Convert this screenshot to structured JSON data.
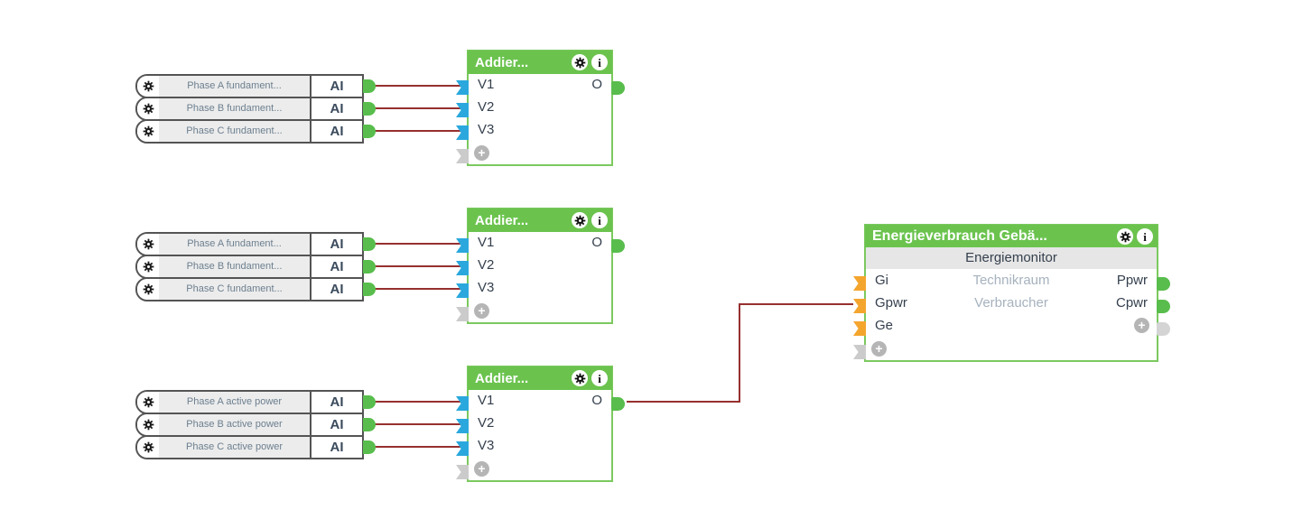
{
  "groups": [
    {
      "rows": [
        {
          "label": "Phase A fundament...",
          "port": "AI"
        },
        {
          "label": "Phase B fundament...",
          "port": "AI"
        },
        {
          "label": "Phase C fundament...",
          "port": "AI"
        }
      ]
    },
    {
      "rows": [
        {
          "label": "Phase A fundament...",
          "port": "AI"
        },
        {
          "label": "Phase B fundament...",
          "port": "AI"
        },
        {
          "label": "Phase C fundament...",
          "port": "AI"
        }
      ]
    },
    {
      "rows": [
        {
          "label": "Phase A active power",
          "port": "AI"
        },
        {
          "label": "Phase B active power",
          "port": "AI"
        },
        {
          "label": "Phase C active power",
          "port": "AI"
        }
      ]
    }
  ],
  "adders": [
    {
      "title": "Addier...",
      "inputs": [
        "V1",
        "V2",
        "V3"
      ],
      "output": "O"
    },
    {
      "title": "Addier...",
      "inputs": [
        "V1",
        "V2",
        "V3"
      ],
      "output": "O"
    },
    {
      "title": "Addier...",
      "inputs": [
        "V1",
        "V2",
        "V3"
      ],
      "output": "O"
    }
  ],
  "energy": {
    "title": "Energieverbrauch Gebä...",
    "subtitle": "Energiemonitor",
    "rows": [
      {
        "in": "Gi",
        "mid": "Technikraum",
        "out": "Ppwr"
      },
      {
        "in": "Gpwr",
        "mid": "Verbraucher",
        "out": "Cpwr"
      },
      {
        "in": "Ge",
        "mid": "",
        "out": ""
      }
    ]
  },
  "icons": {
    "info": "i",
    "plus": "+"
  },
  "colors": {
    "block_green": "#6bc34e",
    "block_border": "#7bc95f",
    "wire_red": "#96302f",
    "connector_blue": "#2aa8dd",
    "connector_green": "#58bd4c",
    "connector_orange": "#f4a52e",
    "connector_gray": "#cbcbcb",
    "label_dark": "#35404e",
    "label_muted": "#a6b2be"
  }
}
